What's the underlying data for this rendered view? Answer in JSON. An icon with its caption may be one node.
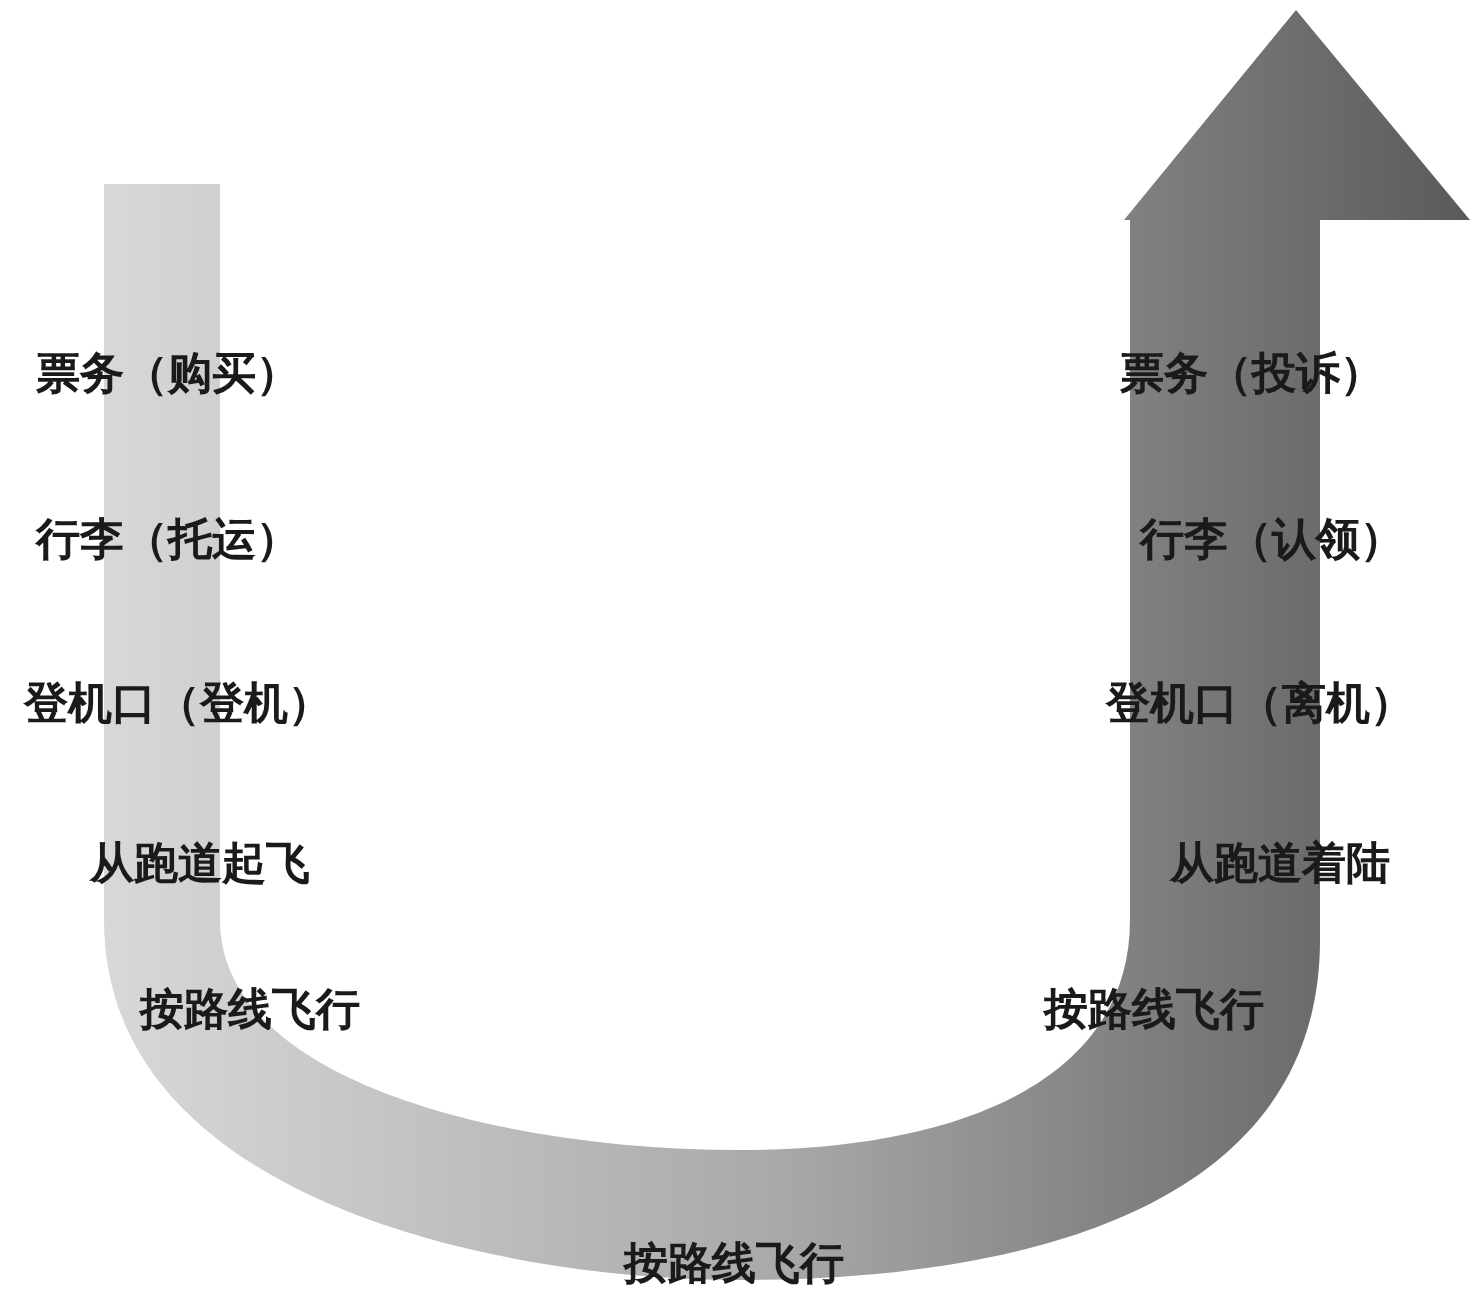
{
  "diagram": {
    "labels": [
      "票务（购买）",
      "票务（投诉）",
      "行李（托运）",
      "行李（认领）",
      "登机口（登机）",
      "登机口（离机）",
      "从跑道起飞",
      "从跑道着陆",
      "按路线飞行",
      "按路线飞行",
      "按路线飞行"
    ]
  }
}
